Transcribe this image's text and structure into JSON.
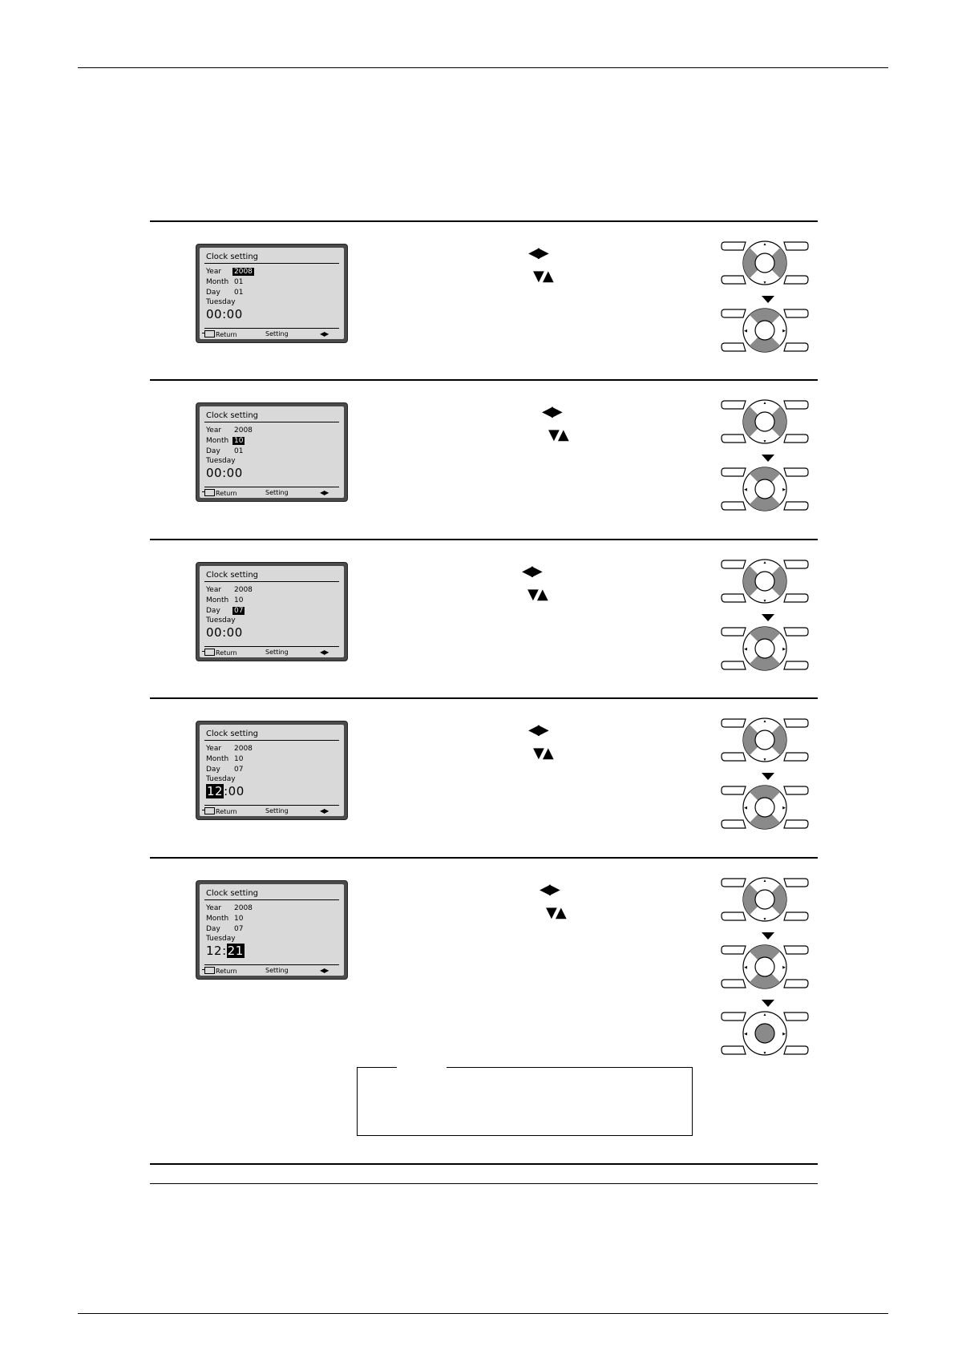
{
  "lcd": {
    "title": "Clock setting",
    "labels": {
      "year": "Year",
      "month": "Month",
      "day": "Day"
    },
    "footer": {
      "return": "Return",
      "setting": "Setting",
      "arrows": "◀▶"
    }
  },
  "steps": [
    {
      "year": "2008",
      "month": "01",
      "day": "01",
      "weekday": "Tuesday",
      "hour": "00",
      "minute": "00",
      "selected": "year",
      "buttons": [
        "◀▶",
        "▼▲"
      ]
    },
    {
      "year": "2008",
      "month": "10",
      "day": "01",
      "weekday": "Tuesday",
      "hour": "00",
      "minute": "00",
      "selected": "month",
      "buttons": [
        "◀▶",
        "▼▲"
      ]
    },
    {
      "year": "2008",
      "month": "10",
      "day": "07",
      "weekday": "Tuesday",
      "hour": "00",
      "minute": "00",
      "selected": "day",
      "buttons": [
        "◀▶",
        "▼▲"
      ]
    },
    {
      "year": "2008",
      "month": "10",
      "day": "07",
      "weekday": "Tuesday",
      "hour": "12",
      "minute": "00",
      "selected": "hour",
      "buttons": [
        "◀▶",
        "▼▲"
      ]
    },
    {
      "year": "2008",
      "month": "10",
      "day": "07",
      "weekday": "Tuesday",
      "hour": "12",
      "minute": "21",
      "selected": "minute",
      "buttons": [
        "◀▶",
        "▼▲"
      ]
    }
  ],
  "colors": {
    "lcd_bezel": "#4a4a4a",
    "lcd_screen": "#d9d9d9",
    "button_highlight": "#8a8a8a"
  }
}
